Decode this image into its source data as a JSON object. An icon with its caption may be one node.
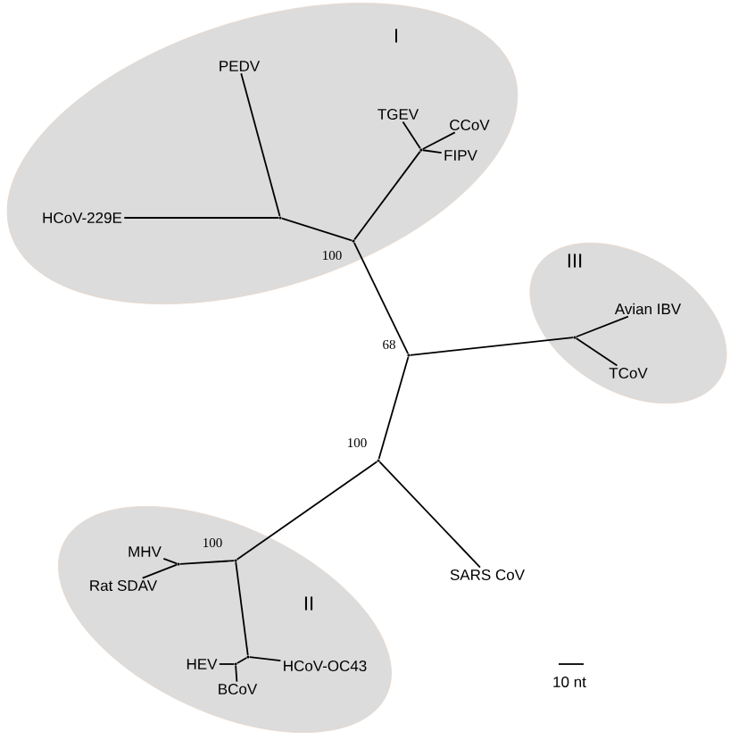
{
  "diagram": {
    "nodes": [
      {
        "text": [
          "I"
        ]
      },
      {
        "text": [
          "PEDV"
        ],
        "in": 0
      },
      {
        "text": [
          "TGEV"
        ],
        "in": 0
      },
      {
        "text": [
          "CCoV"
        ],
        "in": 0
      },
      {
        "text": [
          "FIPV"
        ],
        "in": 0
      },
      {
        "text": [
          "HCoV-229E"
        ],
        "in": 0
      },
      {
        "text": [],
        "shape": "point",
        "in": 0
      },
      {
        "text": [],
        "shape": "point",
        "in": 0
      },
      {
        "text": [],
        "shape": "point",
        "beside": [
          "100"
        ],
        "in": 0
      },
      {
        "text": [
          "III"
        ]
      },
      {
        "text": [
          "Avian IBV"
        ],
        "in": 9
      },
      {
        "text": [
          "TCoV"
        ],
        "in": 9
      },
      {
        "text": [],
        "shape": "point",
        "in": 9
      },
      {
        "text": [],
        "shape": "point",
        "beside": [
          "68"
        ]
      },
      {
        "text": [],
        "shape": "point",
        "beside": [
          "100"
        ]
      },
      {
        "text": [
          "SARS CoV"
        ]
      },
      {
        "text": [
          "II"
        ]
      },
      {
        "text": [
          "MHV"
        ],
        "in": 16
      },
      {
        "text": [
          "Rat SDAV"
        ],
        "in": 16
      },
      {
        "text": [],
        "shape": "point",
        "beside": [
          "100"
        ],
        "in": 16
      },
      {
        "text": [],
        "shape": "point",
        "in": 16
      },
      {
        "text": [
          "HEV"
        ],
        "in": 16
      },
      {
        "text": [
          "BCoV"
        ],
        "in": 16
      },
      {
        "text": [
          "HCoV-OC43"
        ],
        "in": 16
      },
      {
        "text": [],
        "shape": "point",
        "in": 16
      },
      {
        "text": [],
        "shape": "point",
        "in": 16
      }
    ],
    "edges": [
      {
        "from": 6,
        "to": 1,
        "arrow": "none"
      },
      {
        "from": 6,
        "to": 5,
        "arrow": "none"
      },
      {
        "from": 8,
        "to": 6,
        "arrow": "none"
      },
      {
        "from": 8,
        "to": 7,
        "arrow": "none"
      },
      {
        "from": 7,
        "to": 2,
        "arrow": "none"
      },
      {
        "from": 7,
        "to": 3,
        "arrow": "none"
      },
      {
        "from": 7,
        "to": 4,
        "arrow": "none"
      },
      {
        "from": 13,
        "to": 8,
        "arrow": "none"
      },
      {
        "from": 13,
        "to": 12,
        "arrow": "none"
      },
      {
        "from": 12,
        "to": 10,
        "arrow": "none"
      },
      {
        "from": 12,
        "to": 11,
        "arrow": "none"
      },
      {
        "from": 13,
        "to": 14,
        "arrow": "none"
      },
      {
        "from": 14,
        "to": 15,
        "arrow": "none"
      },
      {
        "from": 14,
        "to": 19,
        "arrow": "none"
      },
      {
        "from": 19,
        "to": 20,
        "arrow": "none"
      },
      {
        "from": 20,
        "to": 17,
        "arrow": "none"
      },
      {
        "from": 20,
        "to": 18,
        "arrow": "none"
      },
      {
        "from": 19,
        "to": 24,
        "arrow": "none"
      },
      {
        "from": 24,
        "to": 25,
        "arrow": "none"
      },
      {
        "from": 25,
        "to": 21,
        "arrow": "none"
      },
      {
        "from": 25,
        "to": 22,
        "arrow": "none"
      },
      {
        "from": 24,
        "to": 23,
        "arrow": "none"
      }
    ],
    "labels": [
      "10 nt"
    ]
  }
}
